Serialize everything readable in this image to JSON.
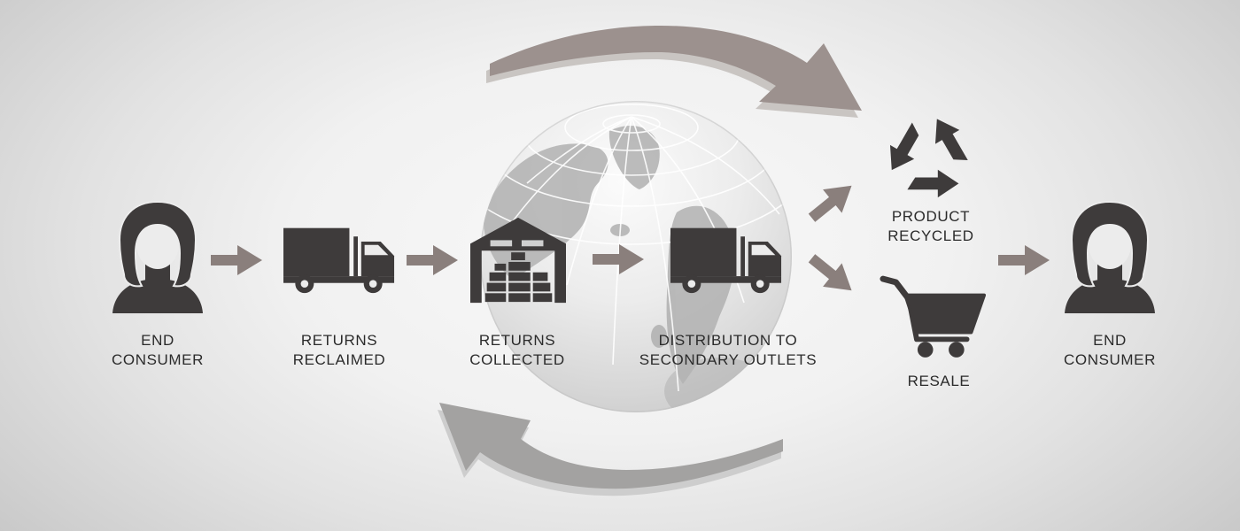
{
  "diagram": {
    "name": "reverse-logistics-cycle",
    "steps": [
      {
        "name": "end-consumer-left",
        "icon": "person-icon",
        "label_lines": [
          "END",
          "CONSUMER"
        ]
      },
      {
        "name": "returns-reclaimed",
        "icon": "truck-icon",
        "label_lines": [
          "RETURNS",
          "RECLAIMED"
        ]
      },
      {
        "name": "returns-collected",
        "icon": "warehouse-icon",
        "label_lines": [
          "RETURNS",
          "COLLECTED"
        ]
      },
      {
        "name": "distribution-to-secondary-outlets",
        "icon": "truck-icon",
        "label_lines": [
          "DISTRIBUTION TO",
          "SECONDARY OUTLETS"
        ]
      },
      {
        "name": "product-recycled",
        "icon": "recycle-icon",
        "label_lines": [
          "PRODUCT",
          "RECYCLED"
        ]
      },
      {
        "name": "resale",
        "icon": "cart-icon",
        "label_lines": [
          "RESALE"
        ]
      },
      {
        "name": "end-consumer-right",
        "icon": "person-icon",
        "label_lines": [
          "END",
          "CONSUMER"
        ]
      }
    ]
  },
  "colors": {
    "icon-color": "#3e3b3b",
    "label-color": "#2b2b2b",
    "step-arrow-color": "#8a7f7c",
    "cycle-top-color": "#9c918e",
    "cycle-top-bevel": "#c9c5c2",
    "cycle-bottom-color": "#a3a2a1",
    "cycle-bottom-bevel": "#cdcdcd",
    "globe-land-color": "#aeaeae",
    "globe-grid-color": "#ffffff",
    "face-color": "#ececec",
    "window-color": "#cfcfcf"
  }
}
